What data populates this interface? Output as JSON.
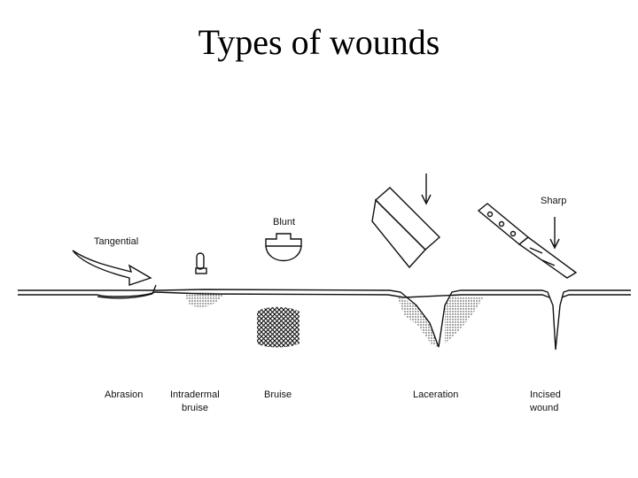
{
  "title": "Types of wounds",
  "labels": {
    "tangential": "Tangential",
    "blunt": "Blunt",
    "sharp": "Sharp",
    "abrasion": "Abrasion",
    "intradermal_line1": "Intradermal",
    "intradermal_line2": "bruise",
    "bruise": "Bruise",
    "laceration": "Laceration",
    "incised_line1": "Incised",
    "incised_line2": "wound"
  }
}
